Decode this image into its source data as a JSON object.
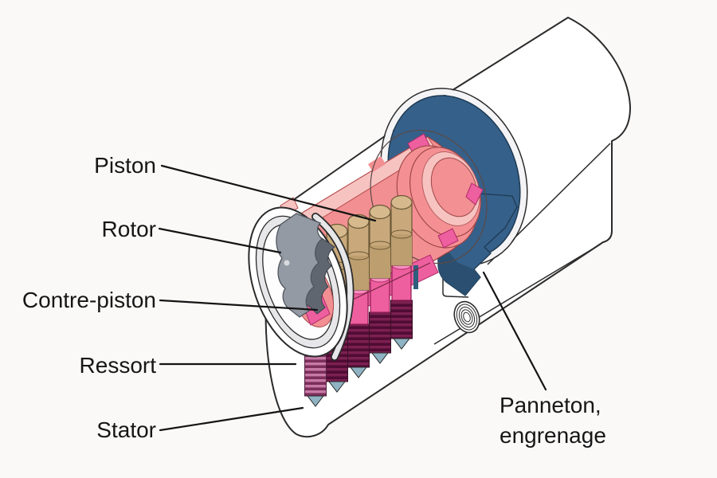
{
  "figure": {
    "type": "technical-diagram",
    "subject": "Cylindre de serrure europeen en coupe (cutaway lock cylinder)",
    "labels": {
      "piston": "Piston",
      "rotor": "Rotor",
      "contre_piston": "Contre-piston",
      "ressort": "Ressort",
      "stator": "Stator",
      "panneton_line1": "Panneton,",
      "panneton_line2": "engrenage"
    },
    "palette": {
      "background": "#fbf9f8",
      "body_white": "#ffffff",
      "outline": "#2b2b2b",
      "label_text": "#161616",
      "rotor_salmon": "#f28f92",
      "rotor_salmon_deep": "#ee8186",
      "rotor_pale": "#f7c3c1",
      "hot_pink": "#ee5f9f",
      "hot_pink_light": "#f78cc0",
      "pin_brass": "#c9a97b",
      "pin_brass_light": "#d6b98d",
      "pin_brass_dark": "#bd9e6e",
      "spring_ridge": "#7c2050",
      "spring_gap": "#4f0c34",
      "spring_front_ridge": "#c77aa6",
      "spring_front_gap": "#7c2f5b",
      "spring_tip_blue": "#8fb3c2",
      "cam_blue": "#35608a",
      "cam_blue_dark": "#2a4f70",
      "chamber_teal": "#2e5e7d",
      "key_gray": "#949aa3",
      "key_gray_dark": "#60666f",
      "ring_silver": "#e7e7ea"
    }
  }
}
